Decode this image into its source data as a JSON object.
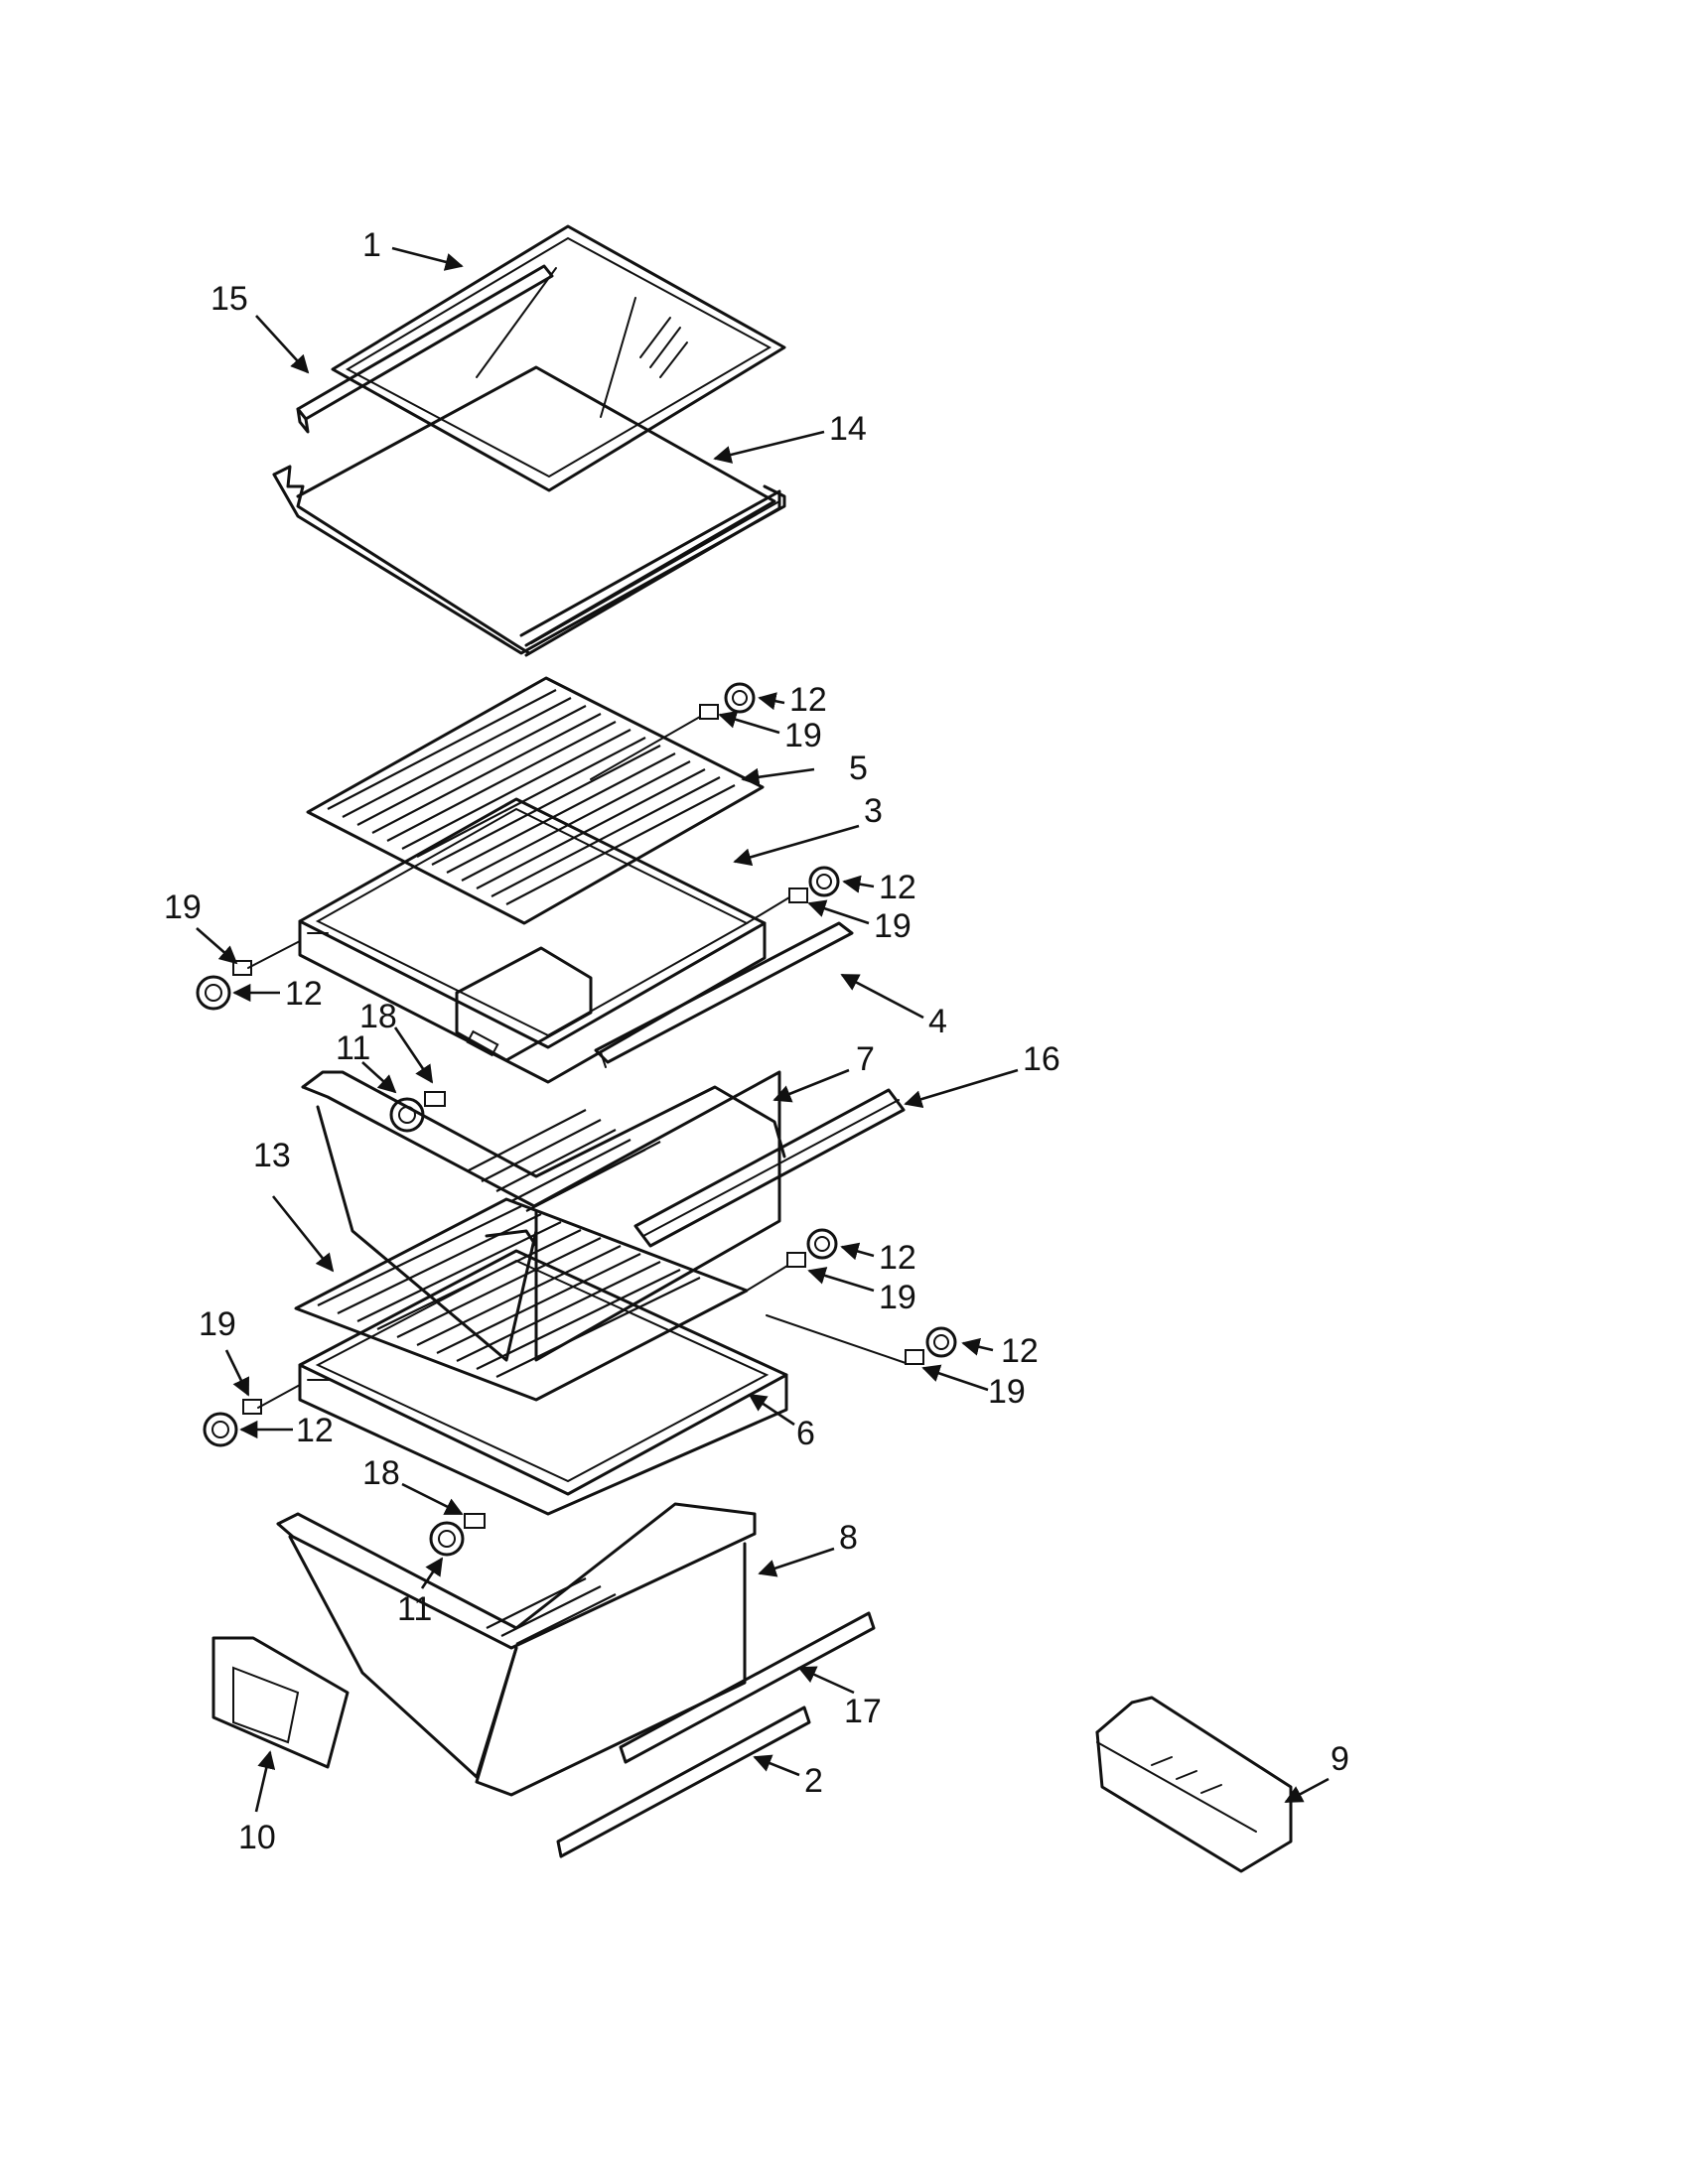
{
  "callouts": {
    "c1": "1",
    "c2": "2",
    "c3": "3",
    "c4": "4",
    "c5": "5",
    "c6": "6",
    "c7": "7",
    "c8": "8",
    "c9": "9",
    "c10": "10",
    "c11a": "11",
    "c11b": "11",
    "c12a": "12",
    "c12b": "12",
    "c12c": "12",
    "c12d": "12",
    "c12e": "12",
    "c12f": "12",
    "c13": "13",
    "c14": "14",
    "c15": "15",
    "c16": "16",
    "c17": "17",
    "c18a": "18",
    "c18b": "18",
    "c19a": "19",
    "c19b": "19",
    "c19c": "19",
    "c19d": "19",
    "c19e": "19",
    "c19f": "19"
  }
}
